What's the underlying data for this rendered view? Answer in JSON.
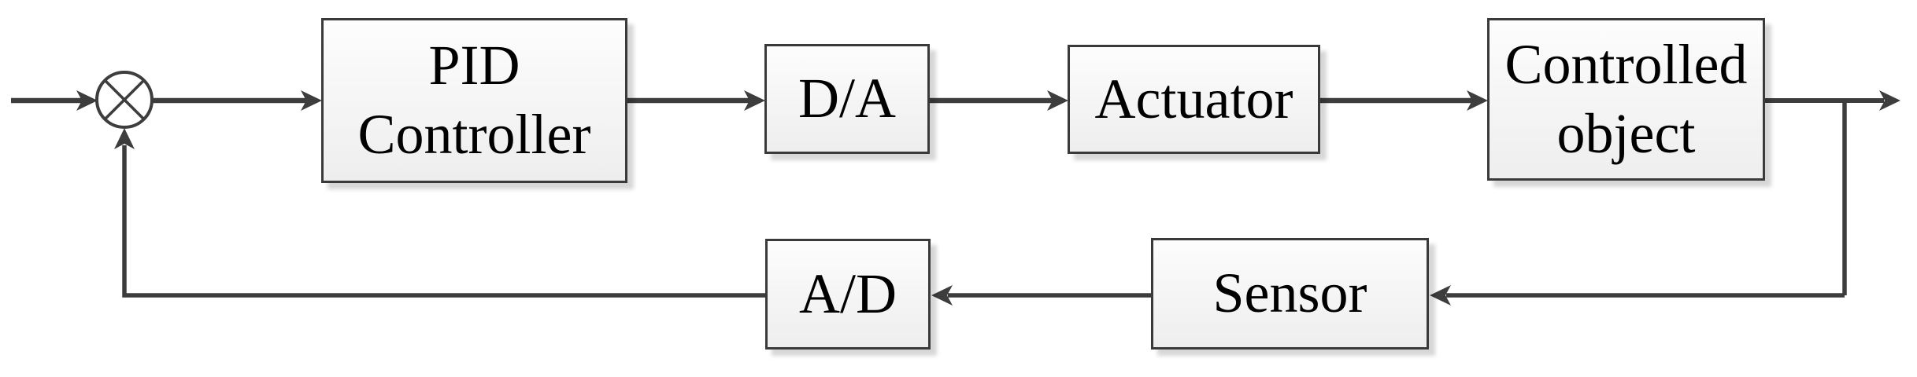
{
  "diagram": {
    "blocks": [
      {
        "id": "pid-controller",
        "label": "PID\nController"
      },
      {
        "id": "da-converter",
        "label": "D/A"
      },
      {
        "id": "actuator",
        "label": "Actuator"
      },
      {
        "id": "controlled-object",
        "label": "Controlled\nobject"
      },
      {
        "id": "sensor",
        "label": "Sensor"
      },
      {
        "id": "ad-converter",
        "label": "A/D"
      }
    ],
    "summing_junction": {
      "symbol": "circle-with-cross",
      "glyph": "⊗"
    },
    "connections": [
      {
        "from": "input",
        "to": "summing-junction"
      },
      {
        "from": "summing-junction",
        "to": "pid-controller"
      },
      {
        "from": "pid-controller",
        "to": "da-converter"
      },
      {
        "from": "da-converter",
        "to": "actuator"
      },
      {
        "from": "actuator",
        "to": "controlled-object"
      },
      {
        "from": "controlled-object",
        "to": "output"
      },
      {
        "from": "controlled-object",
        "to": "sensor"
      },
      {
        "from": "sensor",
        "to": "ad-converter"
      },
      {
        "from": "ad-converter",
        "to": "summing-junction"
      }
    ],
    "colors": {
      "line": "#3d3d3d",
      "box_border": "#3a3a3a",
      "box_fill_top": "#fdfdfd",
      "box_fill_bottom": "#eeeeee",
      "text": "#000000",
      "background": "#ffffff"
    }
  }
}
